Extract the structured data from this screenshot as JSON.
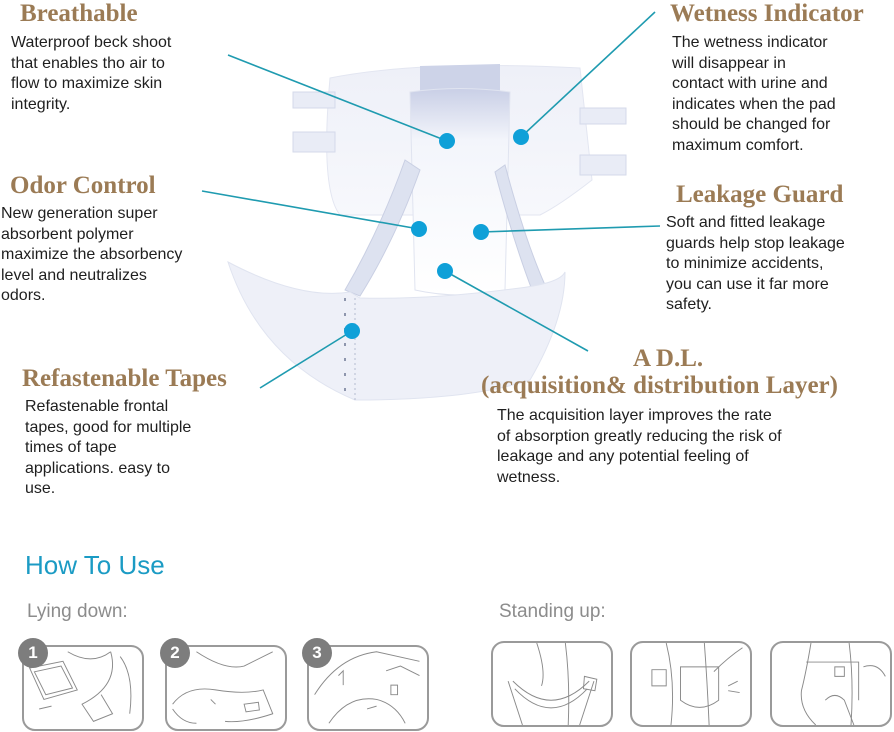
{
  "features": [
    {
      "id": "breathable",
      "title": "Breathable",
      "description": "Waterproof beck shoot\nthat enables tho air to\nflow to maximize skin\nintegrity."
    },
    {
      "id": "wetness-indicator",
      "title": "Wetness Indicator",
      "description": "The wetness indicator\nwill disappear in\ncontact with urine and\nindicates when the pad\nshould be changed for\nmaximum comfort."
    },
    {
      "id": "odor-control",
      "title": "Odor Control",
      "description": "New generation super\nabsorbent polymer\nmaximize the absorbency\nlevel and neutralizes\nodors."
    },
    {
      "id": "leakage-guard",
      "title": "Leakage Guard",
      "description": "Soft and fitted leakage\nguards help stop leakage\nto minimize accidents,\nyou can use it far more\nsafety."
    },
    {
      "id": "refastenable-tapes",
      "title": "Refastenable Tapes",
      "description": "Refastenable frontal\ntapes, good for multiple\ntimes of tape\napplications. easy to\nuse."
    },
    {
      "id": "adl",
      "title_line1": "A D.L.",
      "title_line2": "(acquisition& distribution Layer)",
      "description": "The acquisition layer improves the rate\nof absorption greatly reducing the risk of\nleakage and any potential feeling of\nwetness."
    }
  ],
  "how_to_use": {
    "title": "How To Use",
    "lying_down": {
      "label": "Lying down:",
      "steps": [
        {
          "number": "1"
        },
        {
          "number": "2"
        },
        {
          "number": "3"
        }
      ]
    },
    "standing_up": {
      "label": "Standing up:",
      "steps": [
        {
          "number": ""
        },
        {
          "number": ""
        },
        {
          "number": ""
        }
      ]
    }
  },
  "colors": {
    "title_gold": "#9b7b55",
    "callout_line": "#1f9bb0",
    "callout_dot": "#0fa0d8",
    "howto_blue": "#1b9bc4",
    "badge_gray": "#7d7d7d"
  }
}
